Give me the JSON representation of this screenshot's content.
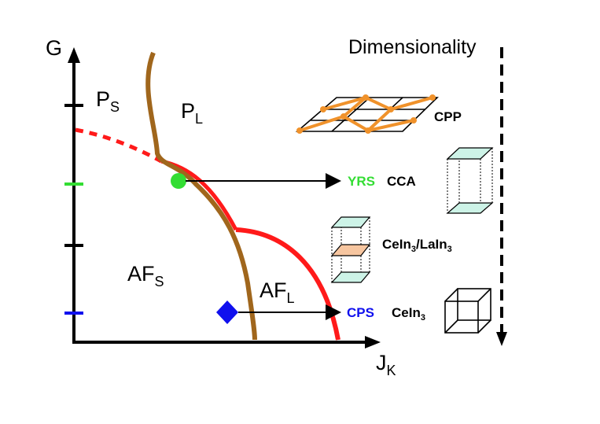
{
  "axes": {
    "y_label": "G",
    "x_label_main": "J",
    "x_label_sub": "K"
  },
  "regions": {
    "ps_main": "P",
    "ps_sub": "S",
    "pl_main": "P",
    "pl_sub": "L",
    "afs_main": "AF",
    "afs_sub": "S",
    "afl_main": "AF",
    "afl_sub": "L"
  },
  "dimensionality_label": "Dimensionality",
  "materials": {
    "cpp": "CPP",
    "yrs": "YRS",
    "cca": "CCA",
    "cein3_lain3": {
      "a": "CeIn",
      "a_sub": "3",
      "b": "/LaIn",
      "b_sub": "3"
    },
    "cps": "CPS",
    "cein3": {
      "a": "CeIn",
      "a_sub": "3"
    }
  },
  "colors": {
    "axis": "#000000",
    "brown_curve": "#a0661c",
    "red_curve": "#ff1a1a",
    "green": "#33dd33",
    "blue": "#1010ee",
    "orange": "#f0922b",
    "cube_face": "#cdf3e7",
    "cube_mid_face": "#f7c6a0"
  },
  "markers": {
    "circle_icon": "green-circle",
    "diamond_icon": "blue-diamond"
  }
}
